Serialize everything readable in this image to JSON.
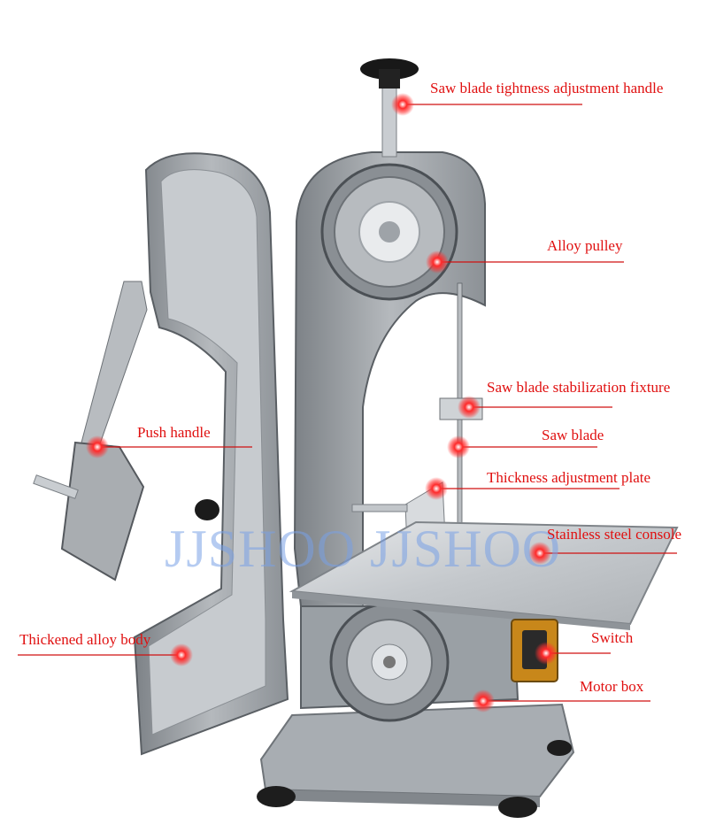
{
  "watermark": "JJSHOO JJSHOO",
  "colors": {
    "callout": "#e01010",
    "dot": "#ff1a1a",
    "watermark": "#78a0e6",
    "body": "#9ea3a8",
    "steel": "#cfd3d6"
  },
  "callouts": [
    {
      "id": "tightness-handle",
      "text": "Saw blade tightness adjustment handle"
    },
    {
      "id": "alloy-pulley",
      "text": "Alloy pulley"
    },
    {
      "id": "stabilization-fixture",
      "text": "Saw blade stabilization fixture"
    },
    {
      "id": "saw-blade",
      "text": "Saw blade"
    },
    {
      "id": "push-handle",
      "text": "Push handle"
    },
    {
      "id": "thickness-plate",
      "text": "Thickness adjustment plate"
    },
    {
      "id": "steel-console",
      "text": "Stainless steel console"
    },
    {
      "id": "alloy-body",
      "text": "Thickened alloy body"
    },
    {
      "id": "switch",
      "text": "Switch"
    },
    {
      "id": "motor-box",
      "text": "Motor box"
    }
  ]
}
